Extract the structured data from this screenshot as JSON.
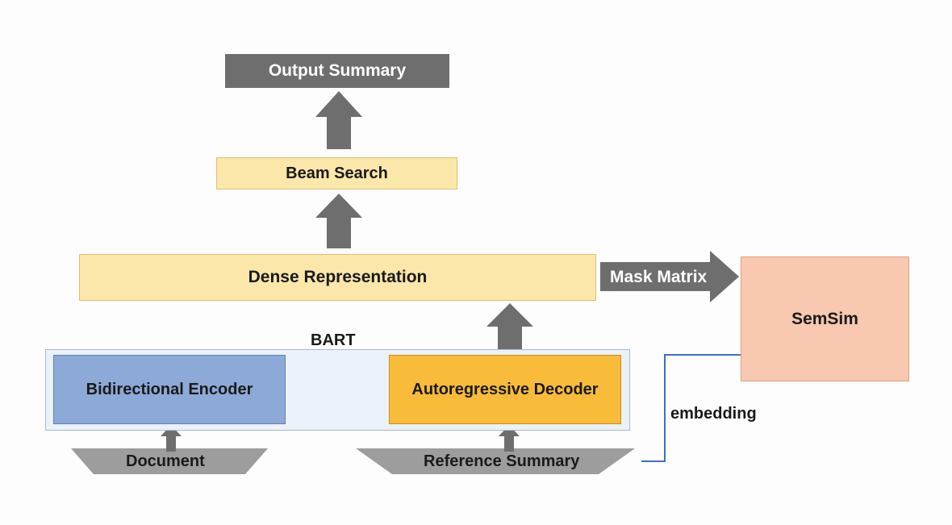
{
  "nodes": {
    "output_summary": "Output Summary",
    "beam_search": "Beam Search",
    "dense_representation": "Dense Representation",
    "semsim": "SemSim",
    "bidirectional_encoder": "Bidirectional Encoder",
    "autoregressive_decoder": "Autoregressive Decoder"
  },
  "inputs": {
    "document": "Document",
    "reference_summary": "Reference Summary"
  },
  "labels": {
    "bart": "BART",
    "mask_matrix": "Mask Matrix",
    "embedding": "embedding"
  },
  "colors": {
    "arrow_gray": "#6f6e6f",
    "dense_fill": "#fbe7a9",
    "encoder_fill": "#8da9d8",
    "decoder_fill": "#f9bb3a",
    "semsim_fill": "#f8c8b0",
    "bart_frame": "#eaf1f8",
    "embedding_line": "#3e6fc2"
  }
}
